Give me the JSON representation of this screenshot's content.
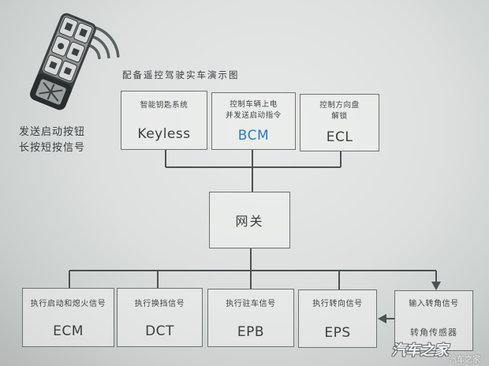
{
  "title": "配备遥控驾驶实车演示图",
  "key_fob": {
    "caption_line1": "发送启动按钮",
    "caption_line2": "长按短按信号"
  },
  "top_boxes": [
    {
      "desc": [
        "智能钥匙系统"
      ],
      "code": "Keyless"
    },
    {
      "desc": [
        "控制车辆上电",
        "并发送启动指令"
      ],
      "code": "BCM"
    },
    {
      "desc": [
        "控制方向盘",
        "解锁"
      ],
      "code": "ECL"
    }
  ],
  "gateway": {
    "label": "网关"
  },
  "bottom_boxes": [
    {
      "desc": "执行启动和熄火信号",
      "code": "ECM"
    },
    {
      "desc": "执行换挡信号",
      "code": "DCT"
    },
    {
      "desc": "执行驻车信号",
      "code": "EPB"
    },
    {
      "desc": "执行转向信号",
      "code": "EPS"
    },
    {
      "desc": "输入转角信号",
      "code": "转角传感器"
    }
  ],
  "watermark": {
    "logo_text": "汽车之家",
    "text": "汽车之家"
  },
  "icons": [
    "key-fob-icon",
    "wireless-signal-icon",
    "arrow-down-icon",
    "arrow-left-icon"
  ],
  "colors": {
    "bcm_code": "#2b7cc0",
    "line": "#4d5152",
    "box_border": "#6d7271"
  }
}
